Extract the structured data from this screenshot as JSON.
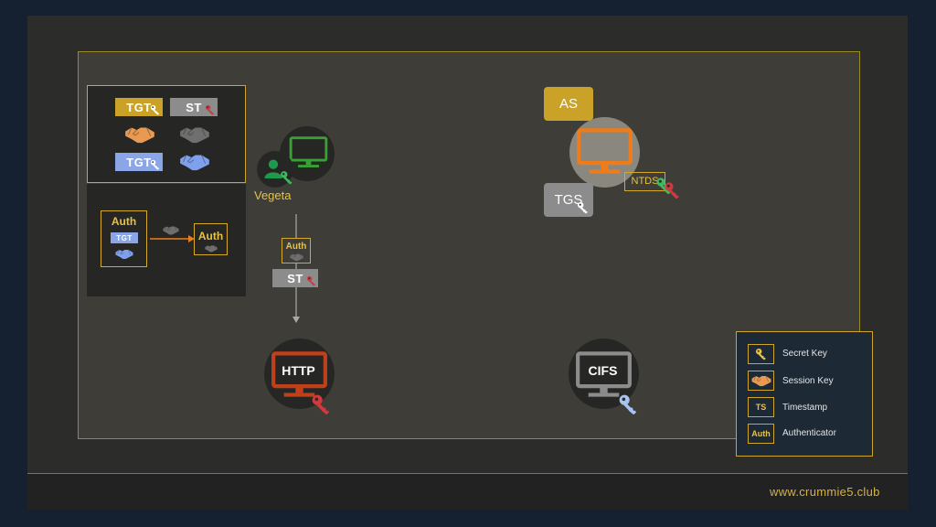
{
  "left_panel": {
    "tgt_label": "TGT",
    "st_label": "ST",
    "tgt_blue_label": "TGT",
    "auth_label": "Auth",
    "auth_tgt_label": "TGT",
    "auth_result_label": "Auth"
  },
  "client": {
    "name": "Vegeta"
  },
  "request": {
    "auth_label": "Auth",
    "st_label": "ST"
  },
  "kdc": {
    "as_label": "AS",
    "tgs_label": "TGS",
    "ntds_label": "NTDS"
  },
  "servers": {
    "http_label": "HTTP",
    "cifs_label": "CIFS"
  },
  "legend": {
    "items": [
      {
        "icon": "key-icon",
        "label": "Secret Key"
      },
      {
        "icon": "handshake-icon",
        "label": "Session Key"
      },
      {
        "icon_text": "TS",
        "label": "Timestamp"
      },
      {
        "icon_text": "Auth",
        "label": "Authenticator"
      }
    ]
  },
  "footer": {
    "site": "www.crummie5.club"
  },
  "colors": {
    "gold": "#c9a227",
    "grey": "#8c8c8c",
    "blue": "#8aa6e6",
    "green": "#1f9a4d",
    "orange": "#ef7c1a",
    "http_red": "#c0401b",
    "key_red": "#cf3a3f",
    "key_green": "#3dbb5e"
  }
}
